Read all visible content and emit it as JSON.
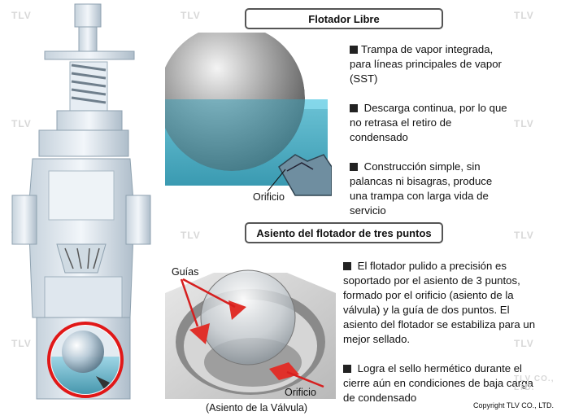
{
  "watermark": "TLV",
  "watermark_full": "TLV CO., LTD.",
  "copyright": "Copyright TLV CO., LTD.",
  "section1": {
    "title": "Flotador Libre",
    "orifice_label": "Orificio",
    "bullets": [
      [
        "Trampa de vapor integrada,",
        "para líneas principales de vapor",
        "(SST)"
      ],
      [
        " Descarga continua, por lo que",
        "no retrasa el retiro de",
        "condensado"
      ],
      [
        " Construcción simple, sin",
        "palancas ni bisagras, produce",
        "una trampa con larga vida de",
        "servicio"
      ]
    ]
  },
  "section2": {
    "title": "Asiento del flotador de tres puntos",
    "guides_label": "Guías",
    "orifice_label": "Orificio",
    "seat_label": "(Asiento de la Válvula)",
    "bullets": [
      [
        " El flotador pulido a precisión es",
        "soportado por el asiento de 3 puntos,",
        "formado por el orificio (asiento de la",
        "válvula) y la guía de dos puntos. El",
        "asiento del flotador se estabiliza para un",
        "mejor sellado."
      ],
      [
        " Logra el sello hermético durante el",
        "cierre aún en condiciones de baja carga",
        "de condensado"
      ]
    ]
  },
  "colors": {
    "water": "#4aa3b8",
    "water_light": "#8fd3e6",
    "guide_red": "#e0302a",
    "highlight_ring": "#e01818"
  }
}
